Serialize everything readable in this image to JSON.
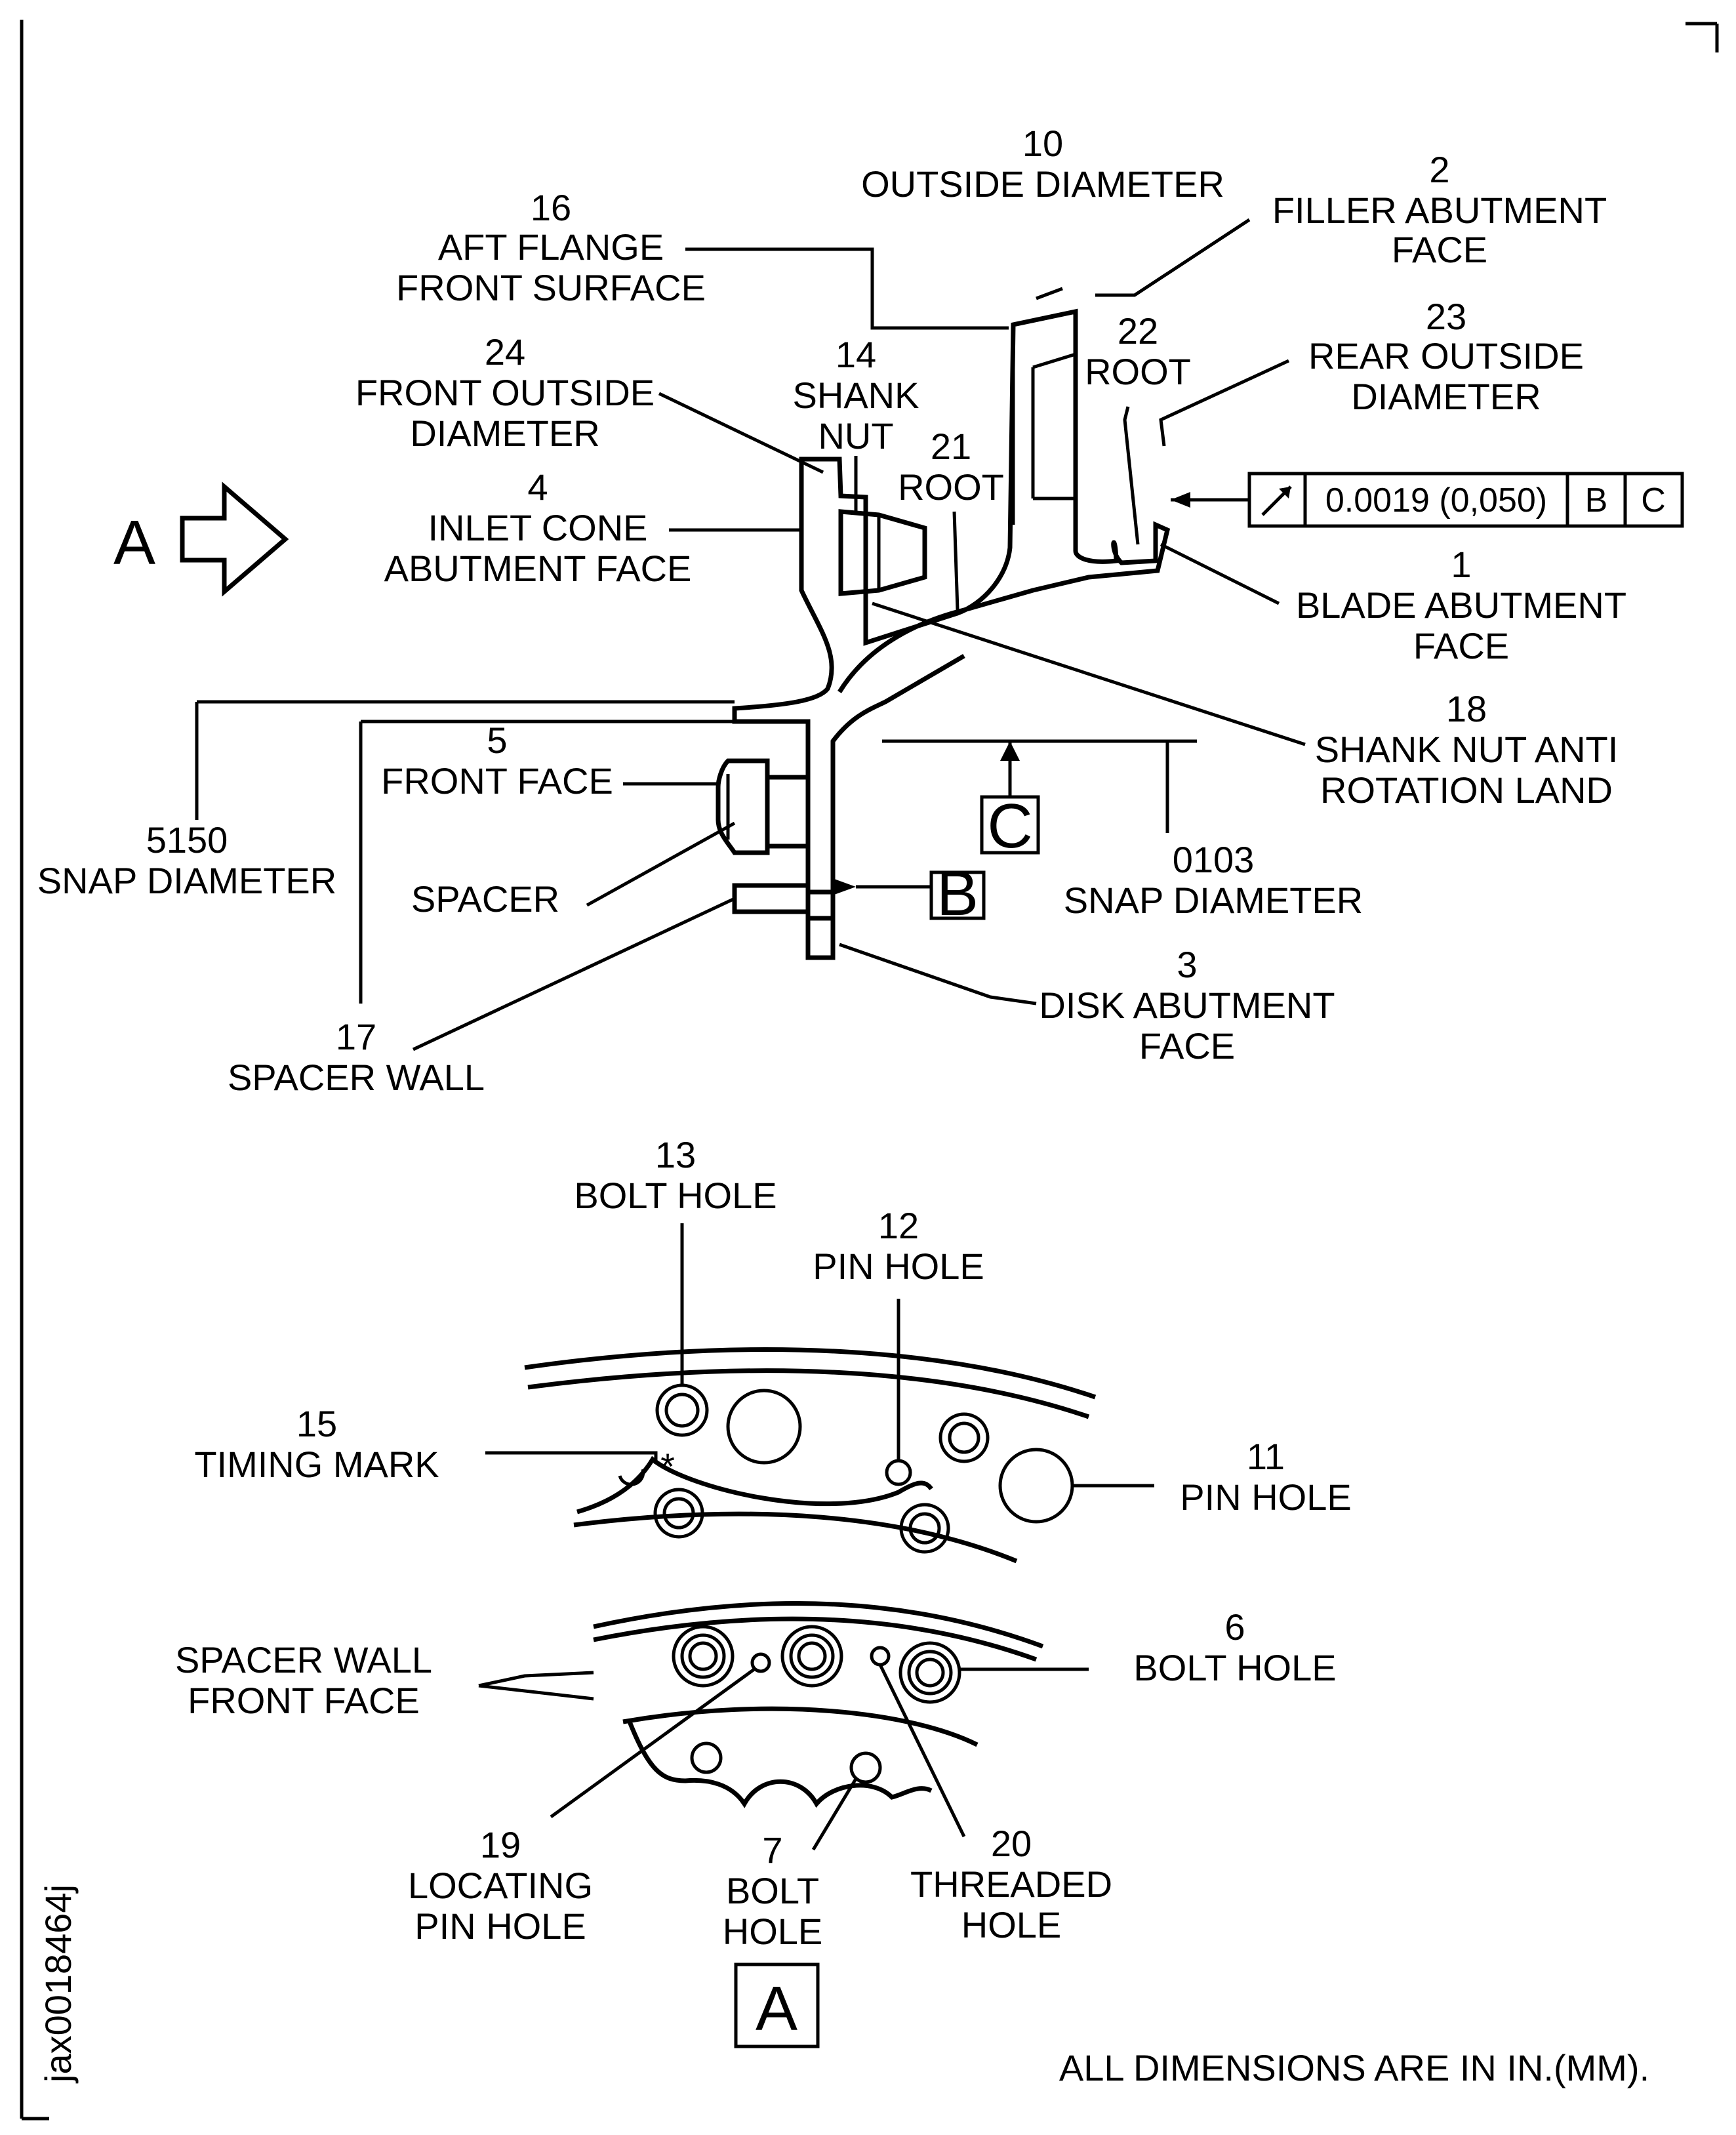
{
  "figure_id": "jax0018464j",
  "footnote": "ALL DIMENSIONS ARE IN IN.(MM).",
  "view_arrow_label": "A",
  "view_label": "A",
  "datum_b": "B",
  "datum_c": "C",
  "tolerance_frame": {
    "value": "0.0019 (0,050)",
    "ref1": "B",
    "ref2": "C"
  },
  "callouts": {
    "c10": {
      "num": "10",
      "l1": "OUTSIDE DIAMETER"
    },
    "c2": {
      "num": "2",
      "l1": "FILLER ABUTMENT",
      "l2": "FACE"
    },
    "c16": {
      "num": "16",
      "l1": "AFT FLANGE",
      "l2": "FRONT SURFACE"
    },
    "c22": {
      "num": "22",
      "l1": "ROOT"
    },
    "c23": {
      "num": "23",
      "l1": "REAR OUTSIDE",
      "l2": "DIAMETER"
    },
    "c24": {
      "num": "24",
      "l1": "FRONT OUTSIDE",
      "l2": "DIAMETER"
    },
    "c14": {
      "num": "14",
      "l1": "SHANK",
      "l2": "NUT"
    },
    "c21": {
      "num": "21",
      "l1": "ROOT"
    },
    "c4": {
      "num": "4",
      "l1": "INLET CONE",
      "l2": "ABUTMENT FACE"
    },
    "c1": {
      "num": "1",
      "l1": "BLADE ABUTMENT",
      "l2": "FACE"
    },
    "c18": {
      "num": "18",
      "l1": "SHANK NUT ANTI",
      "l2": "ROTATION LAND"
    },
    "c5": {
      "num": "5",
      "l1": "FRONT FACE"
    },
    "c5150": {
      "num": "5150",
      "l1": "SNAP DIAMETER"
    },
    "spacer": {
      "l1": "SPACER"
    },
    "c0103": {
      "num": "0103",
      "l1": "SNAP DIAMETER"
    },
    "c3": {
      "num": "3",
      "l1": "DISK ABUTMENT",
      "l2": "FACE"
    },
    "c17": {
      "num": "17",
      "l1": "SPACER WALL"
    },
    "c13": {
      "num": "13",
      "l1": "BOLT HOLE"
    },
    "c12": {
      "num": "12",
      "l1": "PIN HOLE"
    },
    "c15": {
      "num": "15",
      "l1": "TIMING MARK"
    },
    "c11": {
      "num": "11",
      "l1": "PIN HOLE"
    },
    "cswf": {
      "l1": "SPACER WALL",
      "l2": "FRONT FACE"
    },
    "c6": {
      "num": "6",
      "l1": "BOLT HOLE"
    },
    "c19": {
      "num": "19",
      "l1": "LOCATING",
      "l2": "PIN HOLE"
    },
    "c7": {
      "num": "7",
      "l1": "BOLT",
      "l2": "HOLE"
    },
    "c20": {
      "num": "20",
      "l1": "THREADED",
      "l2": "HOLE"
    }
  }
}
